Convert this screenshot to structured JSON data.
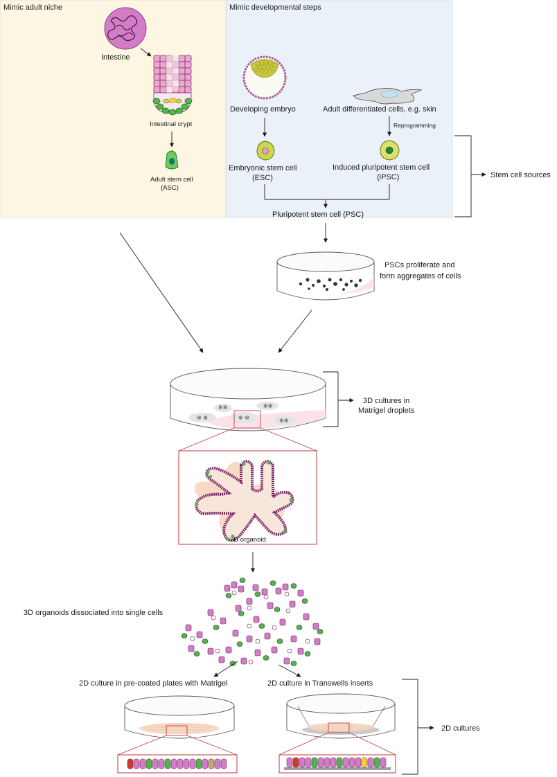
{
  "panels": {
    "adult_niche": {
      "title": "Mimic adult niche",
      "bg": "#fdf6e3"
    },
    "developmental": {
      "title": "Mimic developmental steps",
      "bg": "#eaf1f8"
    }
  },
  "labels": {
    "intestine": "Intestine",
    "intestinal_crypt": "Intestinal crypt",
    "adult_stem_cell_1": "Adult stem cell",
    "adult_stem_cell_2": "(ASC)",
    "developing_embryo": "Developing embryo",
    "adult_differentiated": "Adult differentiated cells, e.g. skin",
    "reprogramming": "Reprogramming",
    "esc_1": "Embryonic stem cell",
    "esc_2": "(ESC)",
    "ipsc_1": "Induced pluripotent stem cell",
    "ipsc_2": "(iPSC)",
    "psc": "Pluripotent stem cell (PSC)",
    "stem_cell_sources": "Stem cell sources",
    "pscs_proliferate_1": "PSCs proliferate and",
    "pscs_proliferate_2": "form aggregates of cells",
    "cultures_3d_1": "3D cultures  in",
    "cultures_3d_2": "Matrigel droplets",
    "organoid_3d": "3D organoid",
    "dissociated": "3D organoids dissociated into single cells",
    "culture_2d_precoated": "2D culture in pre-coated plates with Matrigel",
    "culture_2d_transwells": "2D culture in Transwells inserts",
    "cultures_2d": "2D cultures"
  },
  "colors": {
    "magenta": "#c2458f",
    "pink_light": "#e9a8cf",
    "green": "#4db848",
    "lime": "#c5d94a",
    "peach": "#f6d5bf",
    "frame_red": "#c23a3a"
  }
}
